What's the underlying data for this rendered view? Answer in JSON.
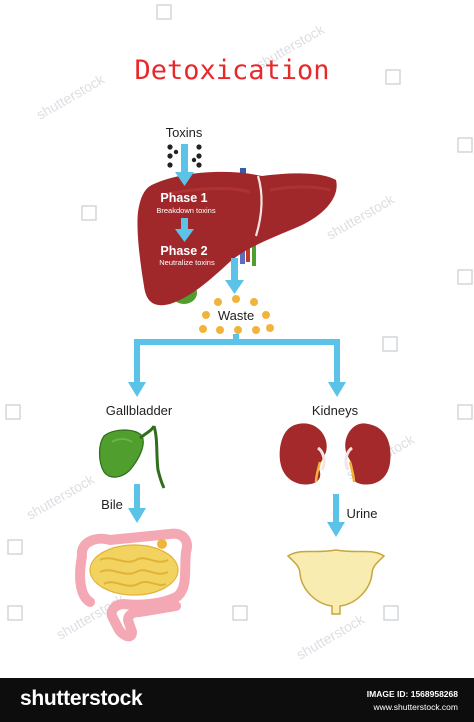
{
  "diagram": {
    "title": "Detoxication",
    "toxins_label": "Toxins",
    "phase1": {
      "title": "Phase 1",
      "subtitle": "Breakdown toxins"
    },
    "phase2": {
      "title": "Phase 2",
      "subtitle": "Neutralize toxins"
    },
    "waste_label": "Waste",
    "gallbladder_label": "Gallbladder",
    "kidneys_label": "Kidneys",
    "bile_label": "Bile",
    "urine_label": "Urine"
  },
  "colors": {
    "title": "#e8292c",
    "arrow": "#5bc3e8",
    "liver": "#a1282a",
    "gallbladder": "#4f9e2e",
    "kidney": "#a4292b",
    "waste_dots": "#f2b33a",
    "intestine": "#f3d35f",
    "colon": "#f3a8b4",
    "bladder": "#f8ecb0",
    "footer": "#0d0d0d"
  },
  "footer": {
    "logo": "shutterstock",
    "image_id": "IMAGE ID: 1568958268",
    "url": "www.shutterstock.com"
  }
}
